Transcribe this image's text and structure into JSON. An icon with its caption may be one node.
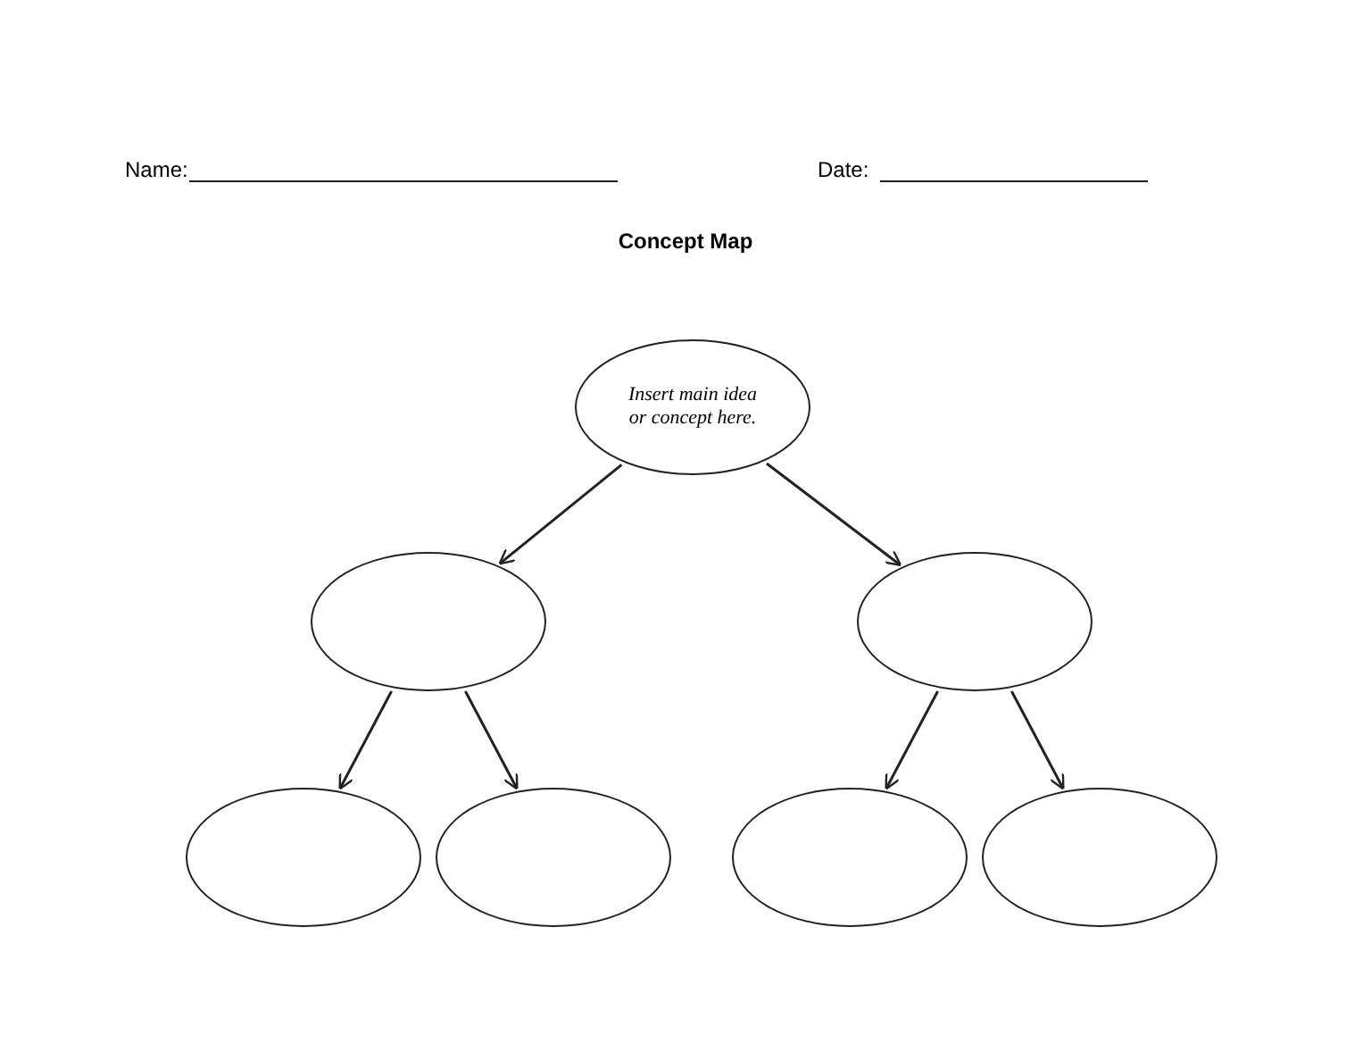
{
  "diagram": {
    "title": "Concept Map",
    "nodes": [
      {
        "text": [
          "Insert main idea or concept here."
        ]
      },
      {
        "text": [],
        "shape": "circle"
      },
      {
        "text": [],
        "shape": "circle"
      },
      {
        "text": [],
        "shape": "circle"
      },
      {
        "text": [],
        "shape": "circle"
      },
      {
        "text": [],
        "shape": "circle"
      },
      {
        "text": [],
        "shape": "circle"
      }
    ],
    "edges": [
      {
        "from": 0,
        "to": 1,
        "arrow": "to"
      },
      {
        "from": 0,
        "to": 2,
        "arrow": "to"
      },
      {
        "from": 1,
        "to": 3,
        "arrow": "to"
      },
      {
        "from": 1,
        "to": 4,
        "arrow": "to"
      },
      {
        "from": 2,
        "to": 5,
        "arrow": "to"
      },
      {
        "from": 2,
        "to": 6,
        "arrow": "to"
      }
    ],
    "labels": [
      "Name:",
      "Date:"
    ]
  }
}
